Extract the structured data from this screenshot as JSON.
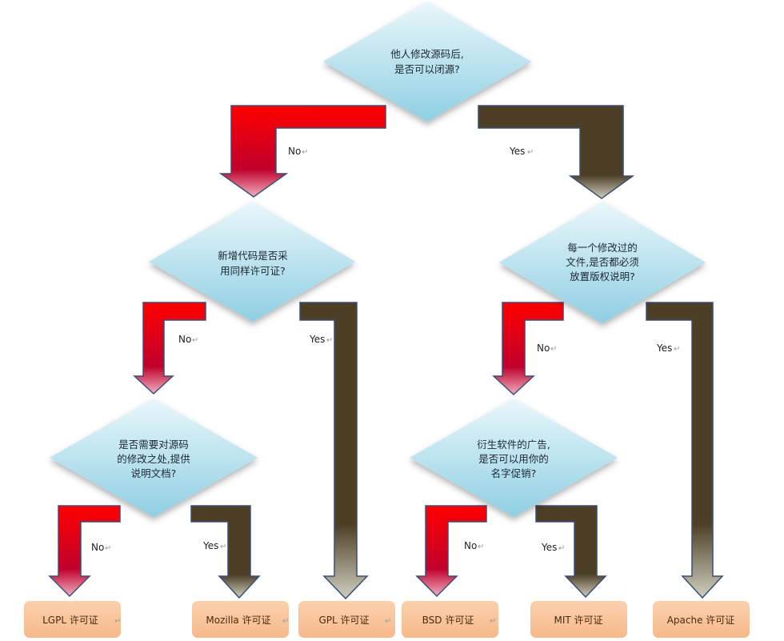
{
  "questions": {
    "q1": {
      "line1": "他人修改源码后,",
      "line2": "是否可以闭源?"
    },
    "q2": {
      "line1": "新增代码是否采",
      "line2": "用同样许可证?"
    },
    "q3": {
      "line1": "每一个修改过的",
      "line2": "文件,是否都必须",
      "line3": "放置版权说明?"
    },
    "q4": {
      "line1": "是否需要对源码",
      "line2": "的修改之处,提供",
      "line3": "说明文档?"
    },
    "q5": {
      "line1": "衍生软件的广告,",
      "line2": "是否可以用你的",
      "line3": "名字促销?"
    }
  },
  "labels": {
    "no": "No",
    "yes": "Yes",
    "return_mark": "↵"
  },
  "licenses": {
    "lgpl": "LGPL 许可证",
    "mozilla": "Mozilla 许可证",
    "gpl": "GPL 许可证",
    "bsd": "BSD 许可证",
    "mit": "MIT 许可证",
    "apache": "Apache 许可证"
  },
  "colors": {
    "diamond_top": "#eaf7fb",
    "diamond_bottom": "#8fcfe3",
    "no_arrow_top": "#ff0000",
    "no_arrow_bottom": "#c0002c",
    "yes_arrow": "#4d3f26",
    "yes_arrow_fade": "#cfcfbf",
    "arrow_outline": "#3a4f7a",
    "license_fill": "#f9c399"
  }
}
